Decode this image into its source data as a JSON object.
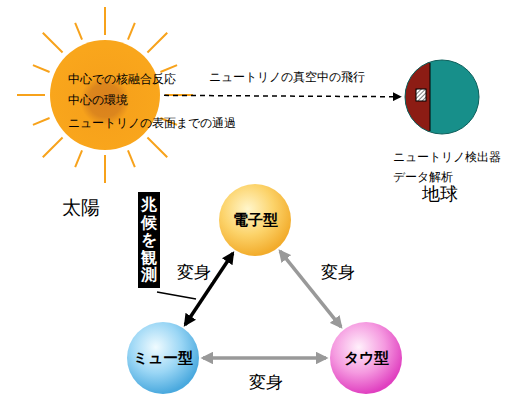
{
  "diagram": {
    "nodes": [
      {
        "text": [
          "中心での核融合反応",
          "中心の環境",
          "ニュートリノの表面までの通過",
          "太陽"
        ]
      },
      {
        "text": [
          "地球"
        ]
      },
      {
        "text": [
          "兆候を観測"
        ]
      },
      {
        "text": [
          "電子型"
        ]
      },
      {
        "text": [
          "ミュー型"
        ]
      },
      {
        "text": [
          "タウ型"
        ]
      }
    ],
    "edges": [
      {
        "from": 0,
        "to": 1,
        "arrow": "to",
        "label": "ニュートリノの真空中の飛行"
      },
      {
        "from": 3,
        "to": 4,
        "arrow": "both",
        "label": "変身"
      },
      {
        "from": 3,
        "to": 5,
        "arrow": "both",
        "label": "変身"
      },
      {
        "from": 4,
        "to": 5,
        "arrow": "both",
        "label": "変身"
      }
    ],
    "labels": [
      "ニュートリノ検出器",
      "データ解析"
    ]
  }
}
